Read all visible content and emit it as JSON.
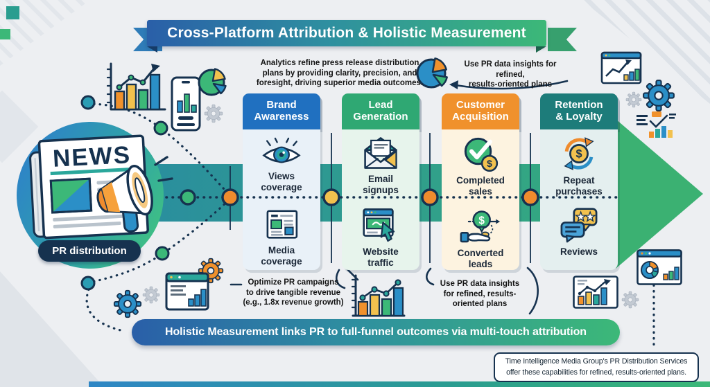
{
  "banner": {
    "title": "Cross-Platform Attribution & Holistic Measurement"
  },
  "annotations": {
    "analytics": "Analytics refine press release distribution\nplans by providing clarity, precision, and\nforesight, driving superior media outcomes.",
    "insights_top": "Use PR data insights for refined,\nresults-oriented plans",
    "optimize": "Optimize PR campaigns\nto drive tangible revenue\n(e.g., 1.8x revenue growth)",
    "insights_bottom": "Use PR data insights\nfor refined, results-\noriented plans"
  },
  "source": {
    "news_masthead": "NEWS",
    "label": "PR distribution"
  },
  "columns": [
    {
      "id": "brand-awareness",
      "title": "Brand\nAwareness",
      "header_color": "#2070c0",
      "body_color": "#e9f1f8",
      "items": [
        {
          "icon": "eye-icon",
          "label": "Views\ncoverage"
        },
        {
          "icon": "newspaper-icon",
          "label": "Media\ncoverage"
        }
      ]
    },
    {
      "id": "lead-generation",
      "title": "Lead\nGeneration",
      "header_color": "#2fa873",
      "body_color": "#e7f4ec",
      "items": [
        {
          "icon": "email-icon",
          "label": "Email\nsignups"
        },
        {
          "icon": "website-cursor-icon",
          "label": "Website\ntraffic"
        }
      ]
    },
    {
      "id": "customer-acquisition",
      "title": "Customer\nAcquisition",
      "header_color": "#f0912c",
      "body_color": "#fdf3e0",
      "items": [
        {
          "icon": "check-dollar-icon",
          "label": "Completed\nsales"
        },
        {
          "icon": "hand-dollar-icon",
          "label": "Converted\nleads"
        }
      ]
    },
    {
      "id": "retention-loyalty",
      "title": "Retention\n& Loyalty",
      "header_color": "#1d7c7a",
      "body_color": "#e4efef",
      "items": [
        {
          "icon": "repeat-dollar-icon",
          "label": "Repeat\npurchases"
        },
        {
          "icon": "reviews-icon",
          "label": "Reviews"
        }
      ]
    }
  ],
  "footer_banner": {
    "text": "Holistic Measurement links PR to full-funnel outcomes via multi-touch attribution"
  },
  "note_box": {
    "text": "Time Intelligence Media Group's PR Distribution Services\noffer these capabilities for refined, results-oriented plans."
  },
  "glyphs": {
    "dollar": "$"
  },
  "colors": {
    "accent_blue": "#2b8fc7",
    "accent_green": "#3cb878",
    "accent_teal": "#2a9d8f",
    "accent_orange": "#f0912c",
    "accent_yellow": "#f2c14e",
    "ink": "#16324f",
    "arrow_gradient": [
      "#2a8e9e",
      "#3bb172"
    ],
    "banner_gradient": [
      "#2a5fa8",
      "#3cb878"
    ]
  },
  "icons": [
    "eye-icon",
    "newspaper-icon",
    "email-icon",
    "website-cursor-icon",
    "check-dollar-icon",
    "hand-dollar-icon",
    "repeat-dollar-icon",
    "reviews-icon",
    "pie-chart-icon",
    "bar-chart-icon",
    "phone-analytics-icon",
    "gear-icon",
    "browser-chart-icon",
    "chart-card-icon",
    "browser-donut-icon",
    "report-icon",
    "megaphone-icon"
  ]
}
